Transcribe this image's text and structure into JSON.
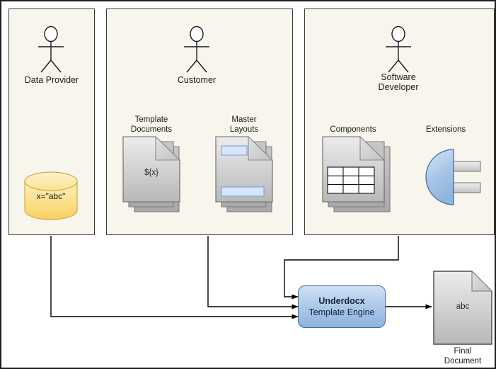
{
  "diagram": {
    "type": "architecture-flow-diagram",
    "panels": [
      {
        "id": "data-provider",
        "label": "Data Provider",
        "items": [
          {
            "id": "database",
            "kind": "cylinder",
            "label": "x=\"abc\""
          }
        ]
      },
      {
        "id": "customer",
        "label": "Customer",
        "items": [
          {
            "id": "template-documents",
            "kind": "document-stack",
            "label": "Template\nDocuments",
            "content": "${x}"
          },
          {
            "id": "master-layouts",
            "kind": "document-stack-bands",
            "label": "Master\nLayouts",
            "content": ""
          }
        ]
      },
      {
        "id": "software-developer",
        "label": "Software\nDeveloper",
        "items": [
          {
            "id": "components",
            "kind": "document-stack-table",
            "label": "Components",
            "content": ""
          },
          {
            "id": "extensions",
            "kind": "plug",
            "label": "Extensions",
            "content": ""
          }
        ]
      }
    ],
    "engine": {
      "title": "Underdocx",
      "subtitle": "Template Engine"
    },
    "output": {
      "label": "Final\nDocument",
      "content": "abc"
    },
    "colors": {
      "panel_background": "#f8f5ec",
      "panel_border": "#3a3a38",
      "canvas_border": "#1f1f1f",
      "engine_fill": "#a9c6e8",
      "engine_border": "#3f6fa8",
      "cylinder_fill": "#fbe08a",
      "cylinder_border": "#d6a93c",
      "document_fill": "#d4d4d4",
      "document_border": "#666666",
      "band_fill": "#d9e6fa",
      "band_border": "#6d9eda",
      "plug_fill": "#a9c6e8",
      "plug_border": "#3f6fa8",
      "arrow": "#000000"
    },
    "connections": [
      {
        "from": "data-provider",
        "to": "engine"
      },
      {
        "from": "customer",
        "to": "engine"
      },
      {
        "from": "software-developer",
        "to": "engine"
      },
      {
        "from": "engine",
        "to": "final-document"
      }
    ]
  }
}
